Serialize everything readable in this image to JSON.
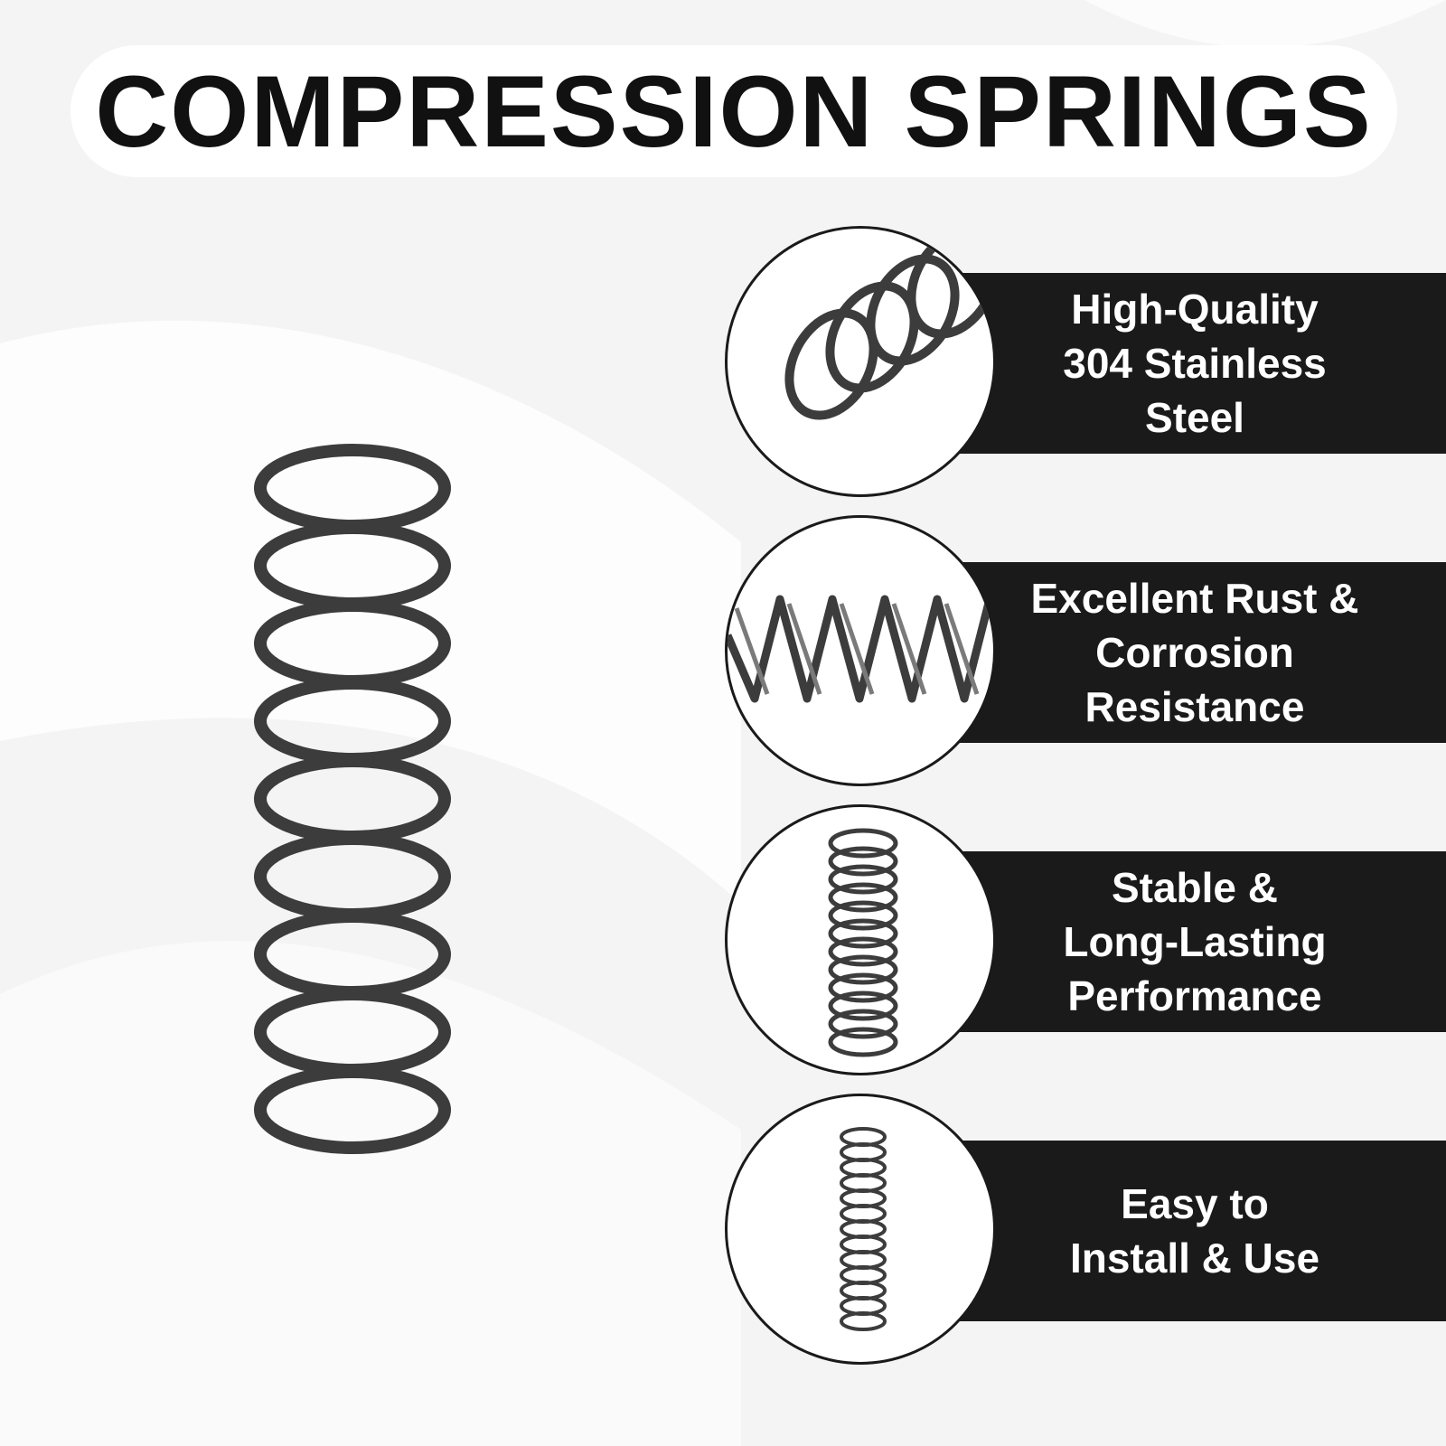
{
  "title": "COMPRESSION SPRINGS",
  "colors": {
    "band": "#1a1a1a",
    "text_dark": "#111111",
    "text_light": "#ffffff",
    "background": "#f5f5f5",
    "spring_steel": "#3c3c3c"
  },
  "main_image": {
    "icon": "compression-spring-icon"
  },
  "features": [
    {
      "label": "High-Quality\n304 Stainless\nSteel",
      "icon": "spring-coil-closeup-icon"
    },
    {
      "label": "Excellent Rust &\nCorrosion\nResistance",
      "icon": "spring-side-view-icon"
    },
    {
      "label": "Stable &\nLong-Lasting\nPerformance",
      "icon": "spring-upright-icon"
    },
    {
      "label": "Easy to\nInstall & Use",
      "icon": "spring-slim-icon"
    }
  ]
}
